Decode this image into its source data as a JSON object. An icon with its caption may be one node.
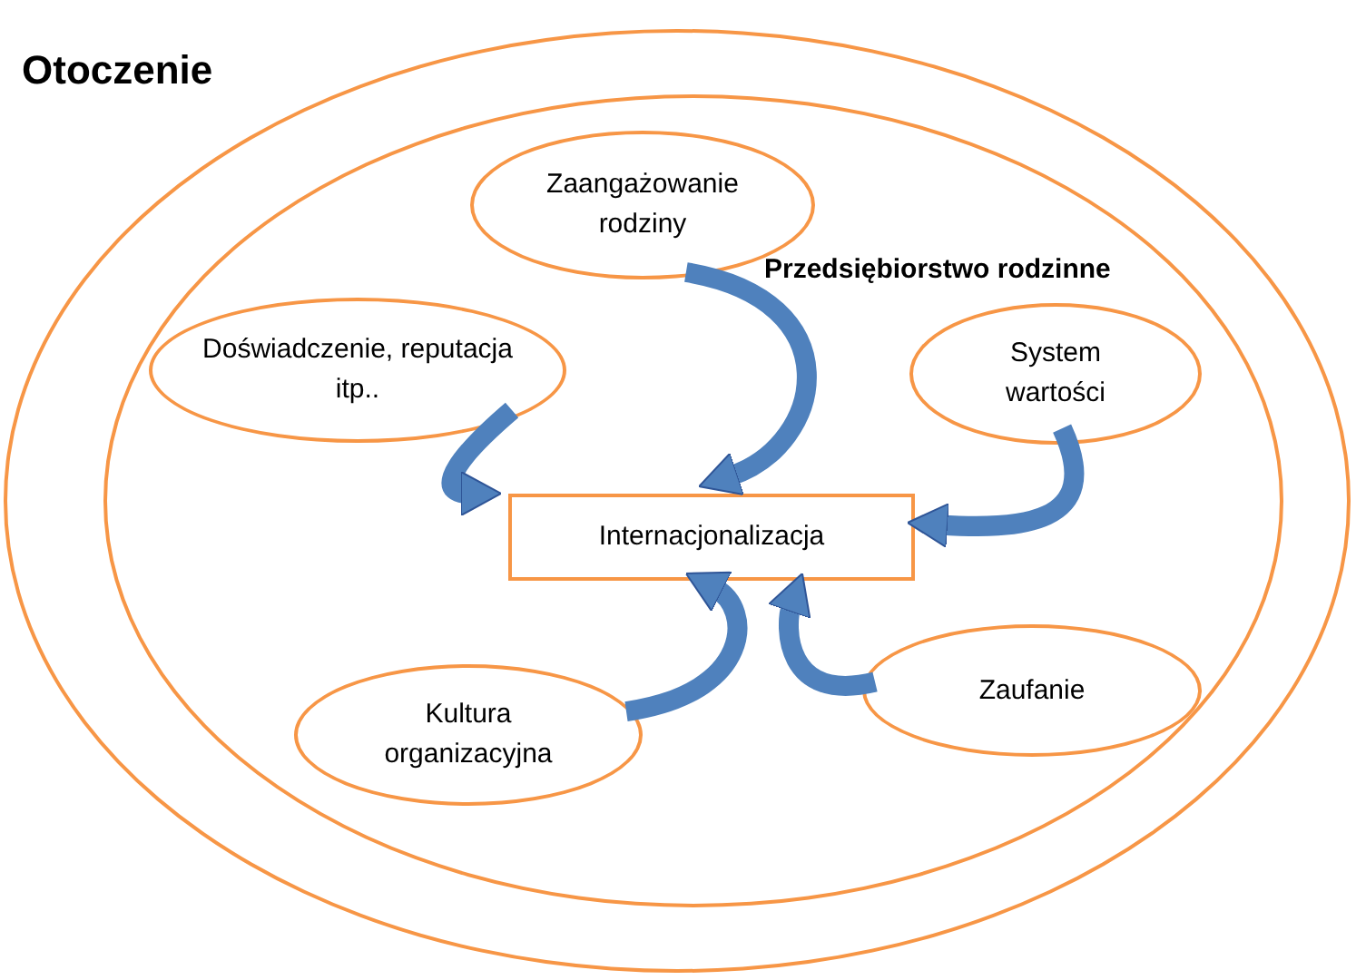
{
  "diagram": {
    "nodes": [
      {
        "text": [
          "Otoczenie"
        ]
      },
      {
        "text": [
          "Przedsiębiorstwo rodzinne"
        ],
        "in": 0
      },
      {
        "text": [
          "Zaangażowanie rodziny"
        ],
        "in": 1
      },
      {
        "text": [
          "Doświadczenie, reputacja itp.."
        ],
        "in": 1
      },
      {
        "text": [
          "System wartości"
        ],
        "in": 1
      },
      {
        "text": [
          "Internacjonalizacja"
        ],
        "in": 1
      },
      {
        "text": [
          "Kultura organizacyjna"
        ],
        "in": 1
      },
      {
        "text": [
          "Zaufanie"
        ],
        "in": 1
      }
    ],
    "edges": [
      {
        "from": 2,
        "to": 5,
        "arrow": "to"
      },
      {
        "from": 3,
        "to": 5,
        "arrow": "to"
      },
      {
        "from": 4,
        "to": 5,
        "arrow": "to"
      },
      {
        "from": 6,
        "to": 5,
        "arrow": "to"
      },
      {
        "from": 7,
        "to": 5,
        "arrow": "to"
      }
    ]
  }
}
